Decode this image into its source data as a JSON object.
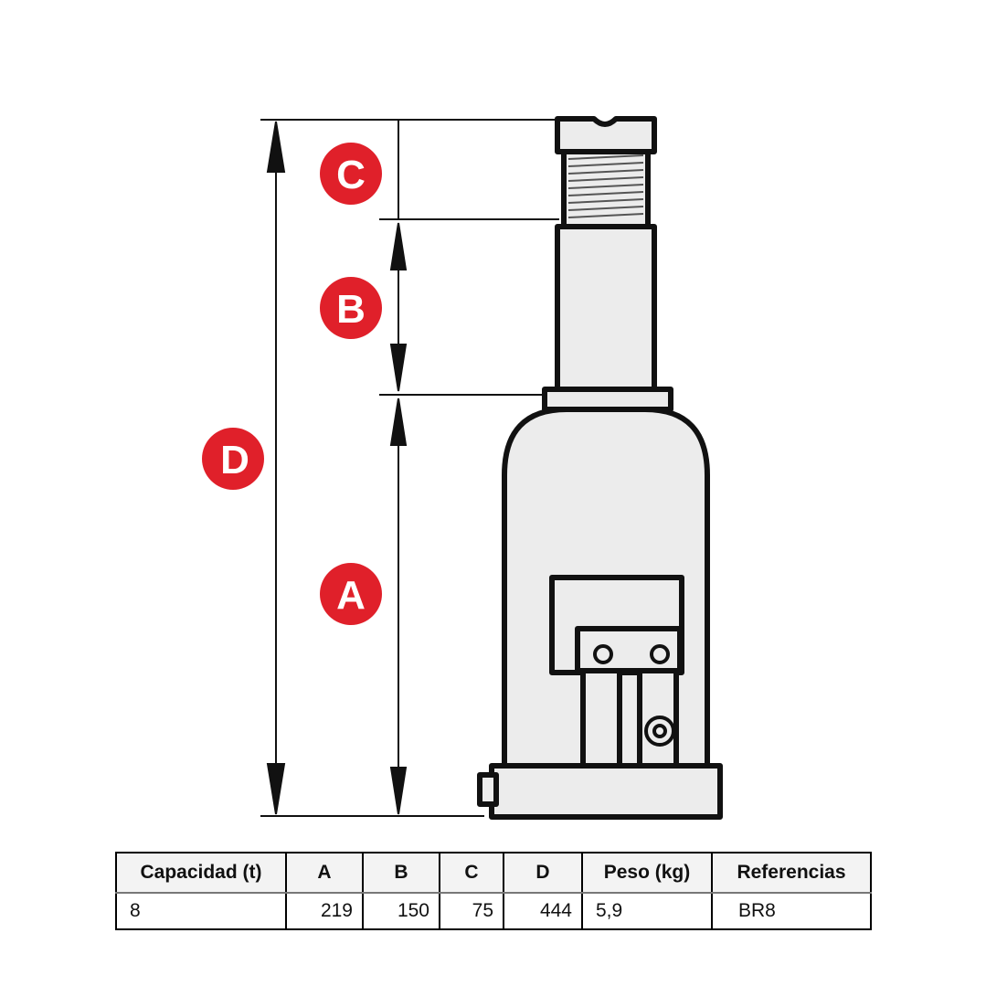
{
  "diagram": {
    "labels": {
      "a": "A",
      "b": "B",
      "c": "C",
      "d": "D"
    },
    "colors": {
      "badge": "#e0202a",
      "line": "#111111",
      "jack_fill": "#ececec"
    }
  },
  "table": {
    "headers": [
      "Capacidad (t)",
      "A",
      "B",
      "C",
      "D",
      "Peso (kg)",
      "Referencias"
    ],
    "rows": [
      [
        "8",
        "219",
        "150",
        "75",
        "444",
        "5,9",
        "BR8"
      ]
    ]
  }
}
